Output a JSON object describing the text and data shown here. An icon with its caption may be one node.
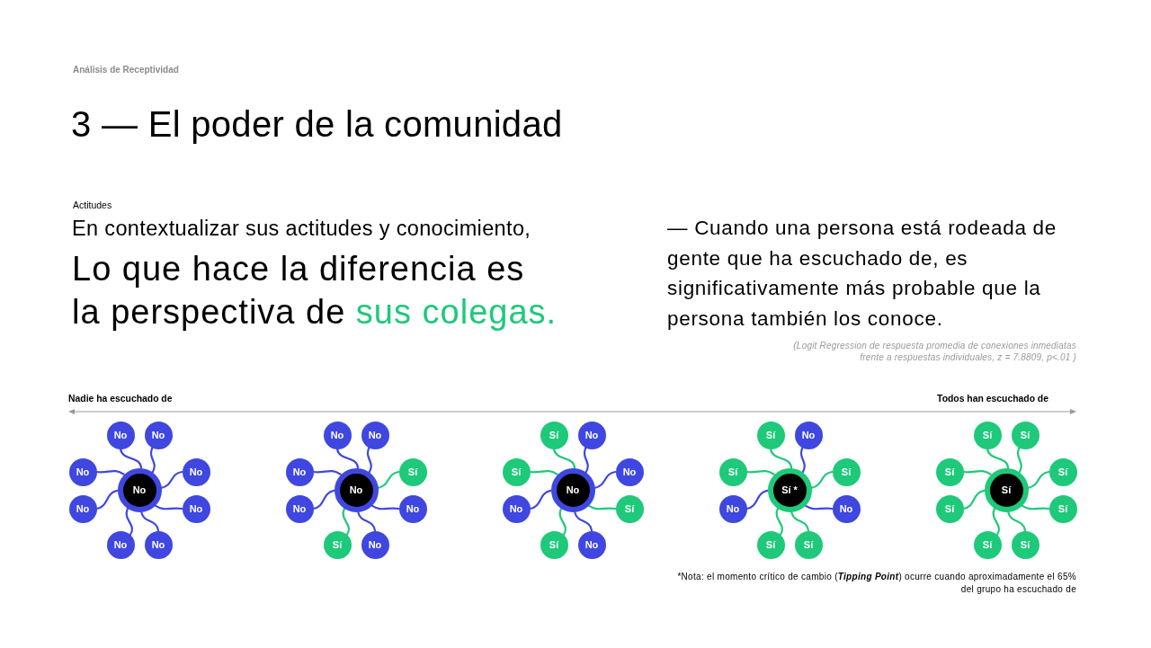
{
  "diagram": {
    "title": "3 — El poder de la comunidad",
    "nodes": [
      {
        "text": [
          "No"
        ]
      },
      {
        "text": [
          "No"
        ]
      },
      {
        "text": [
          "No"
        ]
      },
      {
        "text": [
          "No"
        ]
      },
      {
        "text": [
          "No"
        ]
      },
      {
        "text": [
          "No"
        ]
      },
      {
        "text": [
          "No"
        ]
      },
      {
        "text": [
          "No"
        ]
      },
      {
        "text": [
          "No"
        ]
      },
      {
        "text": [
          "No"
        ]
      },
      {
        "text": [
          "No"
        ]
      },
      {
        "text": [
          "No"
        ]
      },
      {
        "text": [
          "No"
        ]
      },
      {
        "text": [
          "Sí"
        ]
      },
      {
        "text": [
          "No"
        ]
      },
      {
        "text": [
          "No"
        ]
      },
      {
        "text": [
          "Sí"
        ]
      },
      {
        "text": [
          "No"
        ]
      },
      {
        "text": [
          "No"
        ]
      },
      {
        "text": [
          "Sí"
        ]
      },
      {
        "text": [
          "No"
        ]
      },
      {
        "text": [
          "Sí"
        ]
      },
      {
        "text": [
          "No"
        ]
      },
      {
        "text": [
          "No"
        ]
      },
      {
        "text": [
          "Sí"
        ]
      },
      {
        "text": [
          "Sí"
        ]
      },
      {
        "text": [
          "No"
        ]
      },
      {
        "text": [
          "Sí *"
        ]
      },
      {
        "text": [
          "Sí"
        ]
      },
      {
        "text": [
          "No"
        ]
      },
      {
        "text": [
          "Sí"
        ]
      },
      {
        "text": [
          "Sí"
        ]
      },
      {
        "text": [
          "No"
        ]
      },
      {
        "text": [
          "No"
        ]
      },
      {
        "text": [
          "Sí"
        ]
      },
      {
        "text": [
          "Sí"
        ]
      },
      {
        "text": [
          "Sí"
        ]
      },
      {
        "text": [
          "Sí"
        ]
      },
      {
        "text": [
          "Sí"
        ]
      },
      {
        "text": [
          "Sí"
        ]
      },
      {
        "text": [
          "Sí"
        ]
      },
      {
        "text": [
          "Sí"
        ]
      },
      {
        "text": [
          "Sí"
        ]
      },
      {
        "text": [
          "Sí"
        ]
      },
      {
        "text": [
          "Sí"
        ]
      }
    ],
    "edges": [
      {
        "from": 0,
        "to": 1,
        "arrow": "none"
      },
      {
        "from": 0,
        "to": 2,
        "arrow": "none"
      },
      {
        "from": 0,
        "to": 3,
        "arrow": "none"
      },
      {
        "from": 0,
        "to": 4,
        "arrow": "none"
      },
      {
        "from": 0,
        "to": 5,
        "arrow": "none"
      },
      {
        "from": 0,
        "to": 6,
        "arrow": "none"
      },
      {
        "from": 0,
        "to": 7,
        "arrow": "none"
      },
      {
        "from": 0,
        "to": 8,
        "arrow": "none"
      },
      {
        "from": 9,
        "to": 10,
        "arrow": "none"
      },
      {
        "from": 9,
        "to": 11,
        "arrow": "none"
      },
      {
        "from": 9,
        "to": 12,
        "arrow": "none"
      },
      {
        "from": 9,
        "to": 13,
        "arrow": "none",
        "color": "#1ec97a"
      },
      {
        "from": 9,
        "to": 14,
        "arrow": "none"
      },
      {
        "from": 9,
        "to": 15,
        "arrow": "none"
      },
      {
        "from": 9,
        "to": 16,
        "arrow": "none",
        "color": "#1ec97a"
      },
      {
        "from": 9,
        "to": 17,
        "arrow": "none"
      },
      {
        "from": 18,
        "to": 19,
        "arrow": "none",
        "color": "#1ec97a"
      },
      {
        "from": 18,
        "to": 20,
        "arrow": "none"
      },
      {
        "from": 18,
        "to": 21,
        "arrow": "none",
        "color": "#1ec97a"
      },
      {
        "from": 18,
        "to": 22,
        "arrow": "none"
      },
      {
        "from": 18,
        "to": 23,
        "arrow": "none"
      },
      {
        "from": 18,
        "to": 24,
        "arrow": "none",
        "color": "#1ec97a"
      },
      {
        "from": 18,
        "to": 25,
        "arrow": "none",
        "color": "#1ec97a"
      },
      {
        "from": 18,
        "to": 26,
        "arrow": "none"
      },
      {
        "from": 27,
        "to": 28,
        "arrow": "none",
        "color": "#1ec97a"
      },
      {
        "from": 27,
        "to": 29,
        "arrow": "none"
      },
      {
        "from": 27,
        "to": 30,
        "arrow": "none",
        "color": "#1ec97a"
      },
      {
        "from": 27,
        "to": 31,
        "arrow": "none",
        "color": "#1ec97a"
      },
      {
        "from": 27,
        "to": 32,
        "arrow": "none"
      },
      {
        "from": 27,
        "to": 33,
        "arrow": "none"
      },
      {
        "from": 27,
        "to": 34,
        "arrow": "none",
        "color": "#1ec97a"
      },
      {
        "from": 27,
        "to": 35,
        "arrow": "none",
        "color": "#1ec97a"
      },
      {
        "from": 36,
        "to": 37,
        "arrow": "none",
        "color": "#1ec97a"
      },
      {
        "from": 36,
        "to": 38,
        "arrow": "none",
        "color": "#1ec97a"
      },
      {
        "from": 36,
        "to": 39,
        "arrow": "none",
        "color": "#1ec97a"
      },
      {
        "from": 36,
        "to": 40,
        "arrow": "none",
        "color": "#1ec97a"
      },
      {
        "from": 36,
        "to": 41,
        "arrow": "none",
        "color": "#1ec97a"
      },
      {
        "from": 36,
        "to": 42,
        "arrow": "none",
        "color": "#1ec97a"
      },
      {
        "from": 36,
        "to": 43,
        "arrow": "none",
        "color": "#1ec97a"
      },
      {
        "from": 36,
        "to": 44,
        "arrow": "none",
        "color": "#1ec97a"
      }
    ],
    "labels": [
      "Análisis de Receptividad",
      "Actitudes",
      "En contextualizar sus actitudes y conocimiento,",
      "Lo que hace la diferencia es la perspectiva de",
      "sus colegas.",
      "— Cuando una persona está rodeada de gente que ha escuchado de, es significativamente más probable que la persona también los conoce.",
      "(Logit Regression de respuesta promedia de conexiones inmediatas frente a respuestas individuales, z = 7.8809,  p<.01 )",
      "Nadie ha escuchado de",
      "Todos han escuchado de",
      "*Nota: el momento crítico de cambio (**Tipping Point**) ocurre cuando aproximadamente el 65% del grupo ha escuchado de"
    ]
  }
}
